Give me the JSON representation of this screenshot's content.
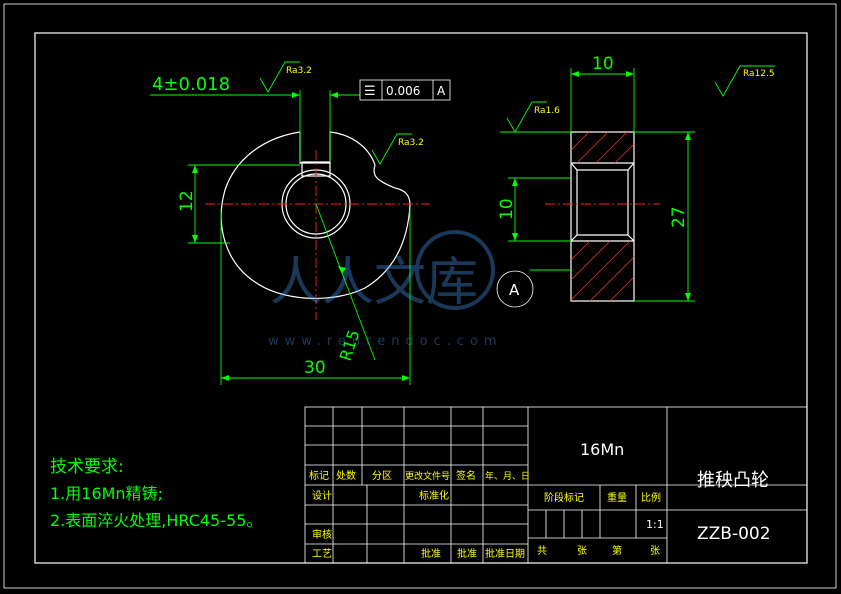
{
  "views": {
    "front": {
      "width_tol": "4±0.018",
      "rough1": "Ra3.2",
      "rough2": "Ra3.2",
      "gtol_symbol": "☰",
      "gtol_value": "0.006",
      "gtol_datum": "A",
      "dim_height": "12",
      "dim_width": "30",
      "dim_radius": "R15"
    },
    "side": {
      "dim_thickness": "10",
      "dim_bore": "10",
      "dim_height": "27",
      "rough_face": "Ra1.6",
      "rough_general": "Ra12.5",
      "datum_label": "A"
    }
  },
  "tech_requirements": {
    "heading": "技术要求:",
    "items": [
      "1.用16Mn精铸;",
      "2.表面淬火处理,HRC45-55。"
    ]
  },
  "title_block": {
    "material": "16Mn",
    "part_name": "推秧凸轮",
    "drawing_no": "ZZB-002",
    "scale": "1:1",
    "headers": [
      "标记",
      "处数",
      "分区",
      "更改文件号",
      "签名",
      "年、月、日"
    ],
    "row_labels": [
      "设计",
      "审核",
      "工艺"
    ],
    "standardize": "标准化",
    "approve1": "批准",
    "approve2": "批准",
    "approve_date": "批准日期",
    "stage_label": "阶段标记",
    "weight_label": "重量",
    "scale_label": "比例",
    "sheet_total": "共",
    "sheet_word1": "张",
    "sheet_word2": "第",
    "sheet_word3": "张"
  },
  "watermark": {
    "text": "人人文库",
    "url": "www.renrendoc.com"
  }
}
